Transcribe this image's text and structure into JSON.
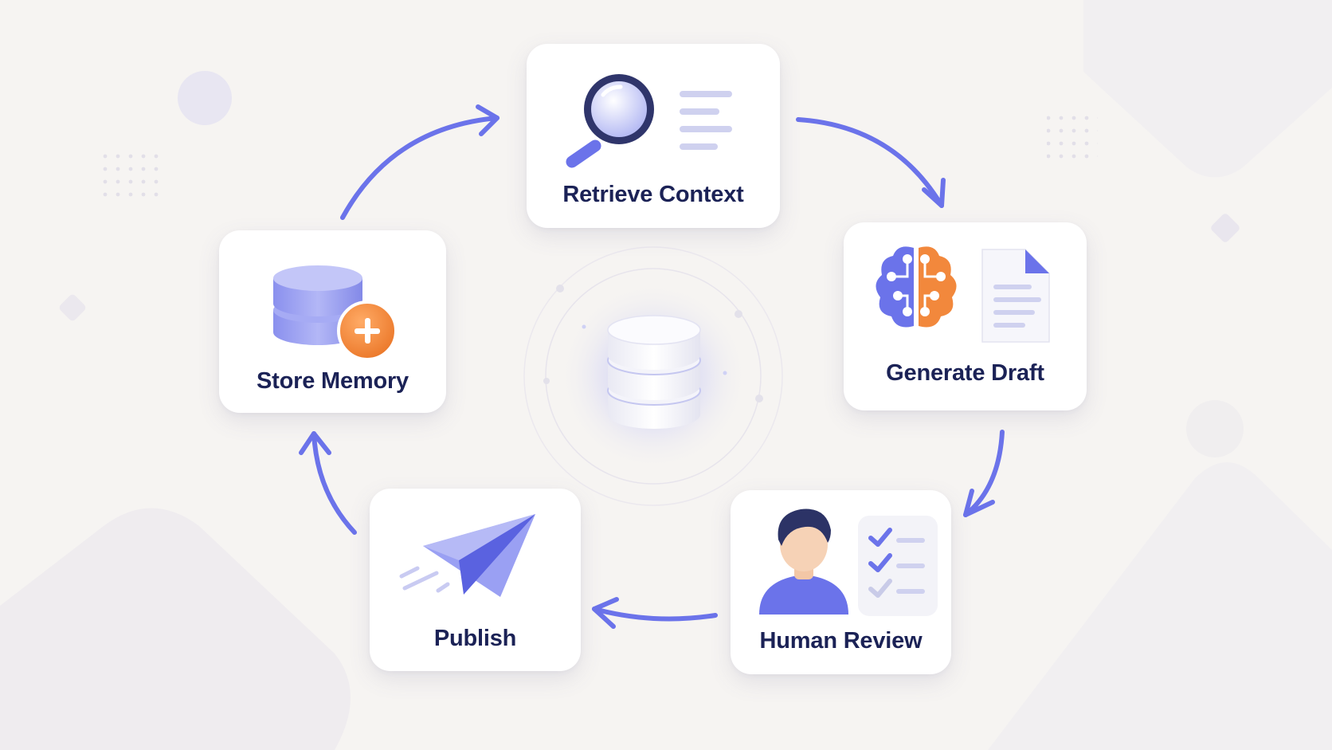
{
  "steps": {
    "retrieve": {
      "label": "Retrieve Context",
      "icon": "magnifier-document-icon"
    },
    "generate": {
      "label": "Generate Draft",
      "icon": "brain-document-icon"
    },
    "review": {
      "label": "Human Review",
      "icon": "person-checklist-icon"
    },
    "publish": {
      "label": "Publish",
      "icon": "paper-plane-icon"
    },
    "store": {
      "label": "Store Memory",
      "icon": "database-add-icon"
    }
  },
  "center": {
    "icon": "database-icon"
  },
  "colors": {
    "accent": "#6b73ea",
    "orange": "#f2883c",
    "label": "#1b2256",
    "background": "#f6f4f2"
  }
}
